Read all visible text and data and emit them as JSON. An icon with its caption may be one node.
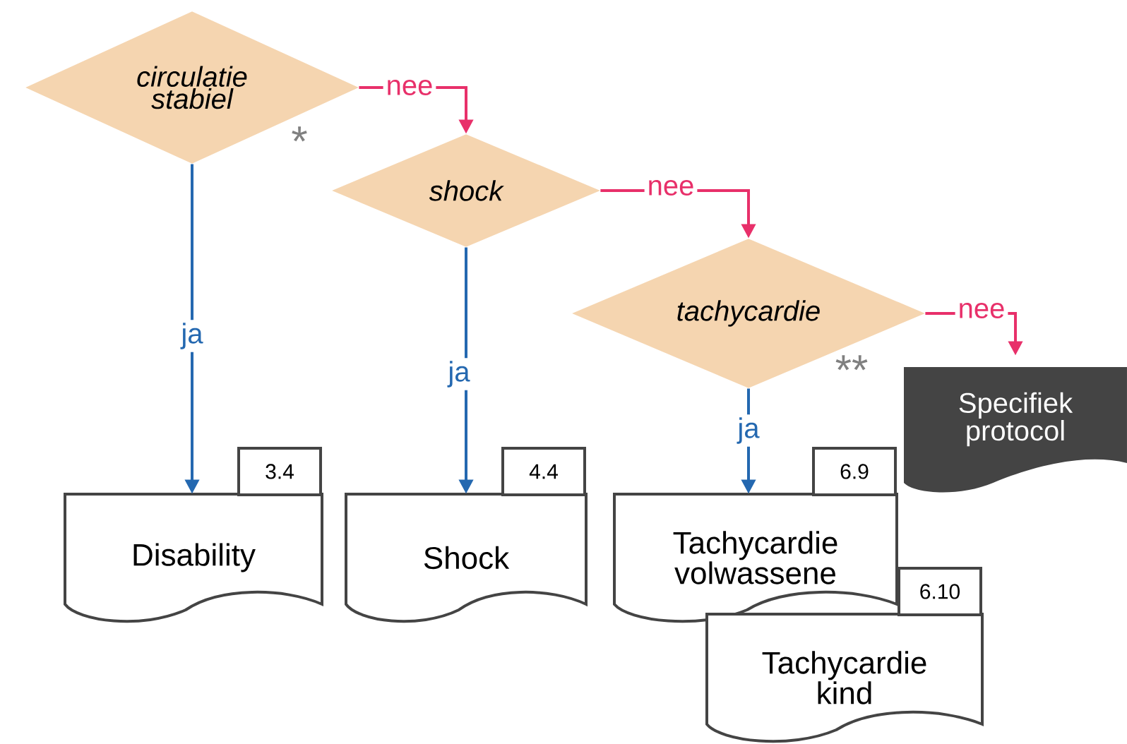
{
  "diagram": {
    "nodes": [
      {
        "text": [
          "circulatie stabiel"
        ],
        "beside": [
          "*"
        ]
      },
      {
        "text": [
          "shock"
        ]
      },
      {
        "text": [
          "tachycardie"
        ],
        "beside": [
          "**"
        ]
      },
      {
        "text": [
          "Specifiek protocol"
        ]
      },
      {
        "text": [
          "Disability"
        ],
        "beside": [
          "3.4"
        ]
      },
      {
        "text": [
          "Shock"
        ],
        "beside": [
          "4.4"
        ]
      },
      {
        "text": [
          "Tachycardie volwassene"
        ],
        "beside": [
          "6.9"
        ]
      },
      {
        "text": [
          "Tachycardie kind"
        ],
        "beside": [
          "6.10"
        ]
      }
    ],
    "edges": [
      {
        "from": 0,
        "to": 1,
        "arrow": "to",
        "label": "nee",
        "color": "#e8306a"
      },
      {
        "from": 0,
        "to": 4,
        "arrow": "to",
        "label": "ja",
        "color": "#2468b0"
      },
      {
        "from": 1,
        "to": 2,
        "arrow": "to",
        "label": "nee",
        "color": "#e8306a"
      },
      {
        "from": 1,
        "to": 5,
        "arrow": "to",
        "label": "ja",
        "color": "#2468b0"
      },
      {
        "from": 2,
        "to": 3,
        "arrow": "to",
        "label": "nee",
        "color": "#e8306a"
      },
      {
        "from": 2,
        "to": 6,
        "arrow": "to",
        "label": "ja",
        "color": "#2468b0"
      }
    ]
  }
}
